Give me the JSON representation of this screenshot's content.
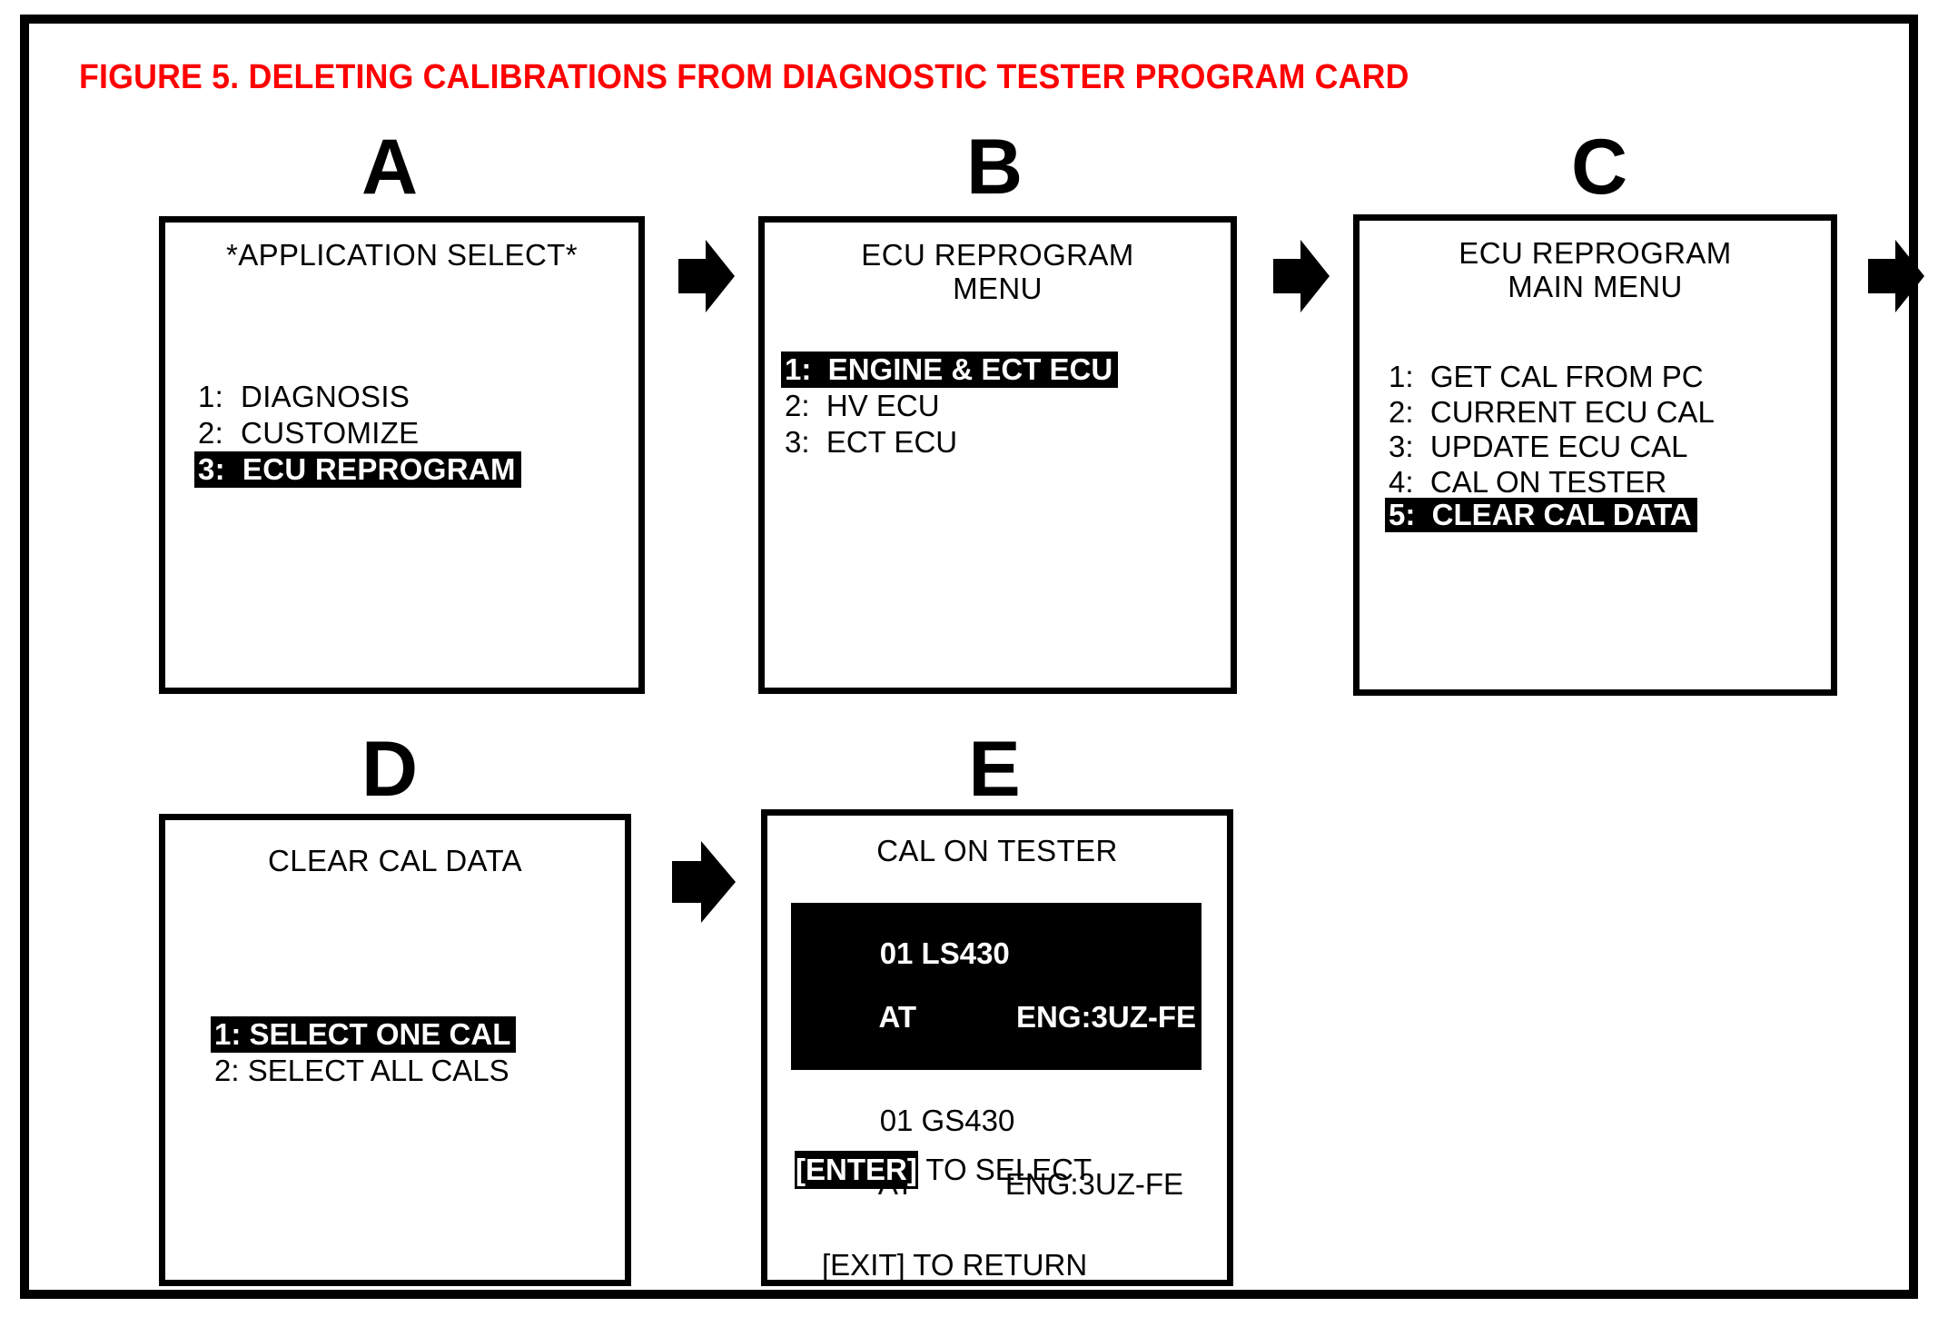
{
  "figure": {
    "title": "FIGURE 5.  DELETING CALIBRATIONS FROM DIAGNOSTIC TESTER PROGRAM CARD",
    "title_color": "#ff0000",
    "frame_color": "#000000",
    "background": "#ffffff"
  },
  "panels": {
    "a": {
      "letter": "A",
      "title": "*APPLICATION SELECT*",
      "items": [
        {
          "label": "1:  DIAGNOSIS",
          "highlighted": false
        },
        {
          "label": "2:  CUSTOMIZE",
          "highlighted": false
        },
        {
          "label": "3:  ECU REPROGRAM",
          "highlighted": true
        }
      ]
    },
    "b": {
      "letter": "B",
      "title": "ECU REPROGRAM\nMENU",
      "items": [
        {
          "label": "1:  ENGINE & ECT ECU",
          "highlighted": true
        },
        {
          "label": "2:  HV ECU",
          "highlighted": false
        },
        {
          "label": "3:  ECT ECU",
          "highlighted": false
        }
      ]
    },
    "c": {
      "letter": "C",
      "title": "ECU REPROGRAM\nMAIN MENU",
      "items": [
        {
          "label": "1:  GET CAL FROM PC",
          "highlighted": false
        },
        {
          "label": "2:  CURRENT ECU CAL",
          "highlighted": false
        },
        {
          "label": "3:  UPDATE ECU CAL",
          "highlighted": false
        },
        {
          "label": "4:  CAL ON TESTER",
          "highlighted": false
        },
        {
          "label": "5:  CLEAR CAL DATA",
          "highlighted": true
        }
      ]
    },
    "d": {
      "letter": "D",
      "title": "CLEAR CAL DATA",
      "items": [
        {
          "label": "1: SELECT ONE CAL",
          "highlighted": true
        },
        {
          "label": "2: SELECT ALL CALS",
          "highlighted": false
        }
      ]
    },
    "e": {
      "letter": "E",
      "title": "CAL ON TESTER",
      "entries": [
        {
          "line1": "01 LS430",
          "line2": "AT            ENG:3UZ-FE",
          "highlighted": true
        },
        {
          "line1": "01 GS430",
          "line2": "AT           ENG:3UZ-FE",
          "highlighted": false
        }
      ],
      "footer": {
        "line1_key": "[ENTER]",
        "line1_text": " TO SELECT",
        "line2_key": "[EXIT]",
        "line2_text": " TO RETURN"
      }
    }
  },
  "arrows": [
    {
      "name": "arrow-a-to-b"
    },
    {
      "name": "arrow-b-to-c"
    },
    {
      "name": "arrow-c-to-next"
    },
    {
      "name": "arrow-d-to-e"
    }
  ]
}
